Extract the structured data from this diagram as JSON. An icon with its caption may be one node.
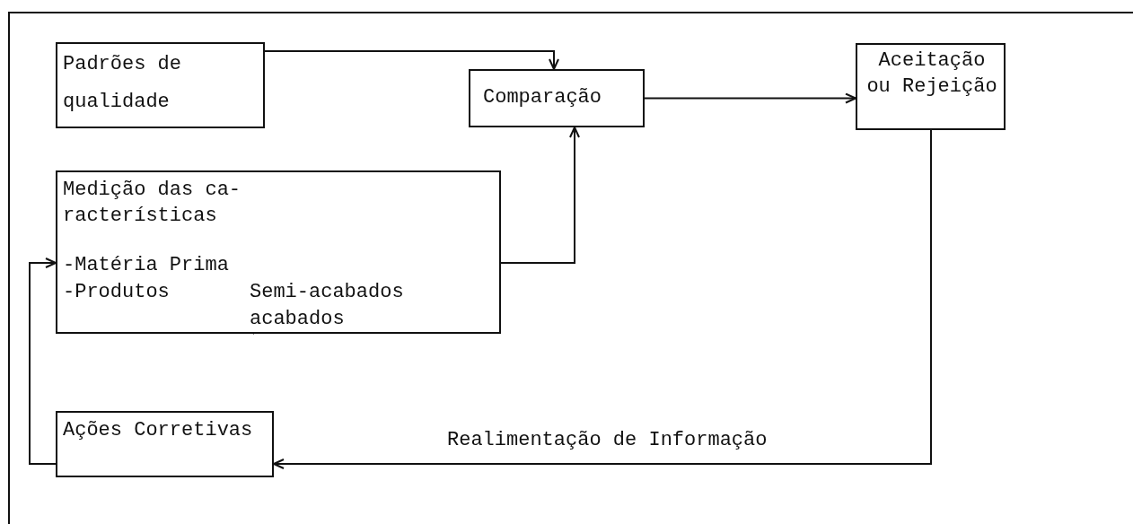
{
  "diagram": {
    "nodes": [
      {
        "text": [
          "Padrões de qualidade"
        ]
      },
      {
        "text": [
          "Comparação"
        ]
      },
      {
        "text": [
          "Aceitação ou Rejeição"
        ]
      },
      {
        "text": [
          "Medição das ca- racterísticas",
          "-Matéria Prima",
          "-Produtos",
          "Semi-acabados",
          "acabados"
        ]
      },
      {
        "text": [
          "Ações Corretivas"
        ]
      }
    ],
    "edges": [
      {
        "from": 0,
        "to": 1,
        "arrow": "to"
      },
      {
        "from": 3,
        "to": 1,
        "arrow": "to"
      },
      {
        "from": 1,
        "to": 2,
        "arrow": "to"
      },
      {
        "from": 2,
        "to": 4,
        "arrow": "to",
        "label": "Realimentação de Informação"
      },
      {
        "from": 4,
        "to": 3,
        "arrow": "to"
      }
    ]
  }
}
